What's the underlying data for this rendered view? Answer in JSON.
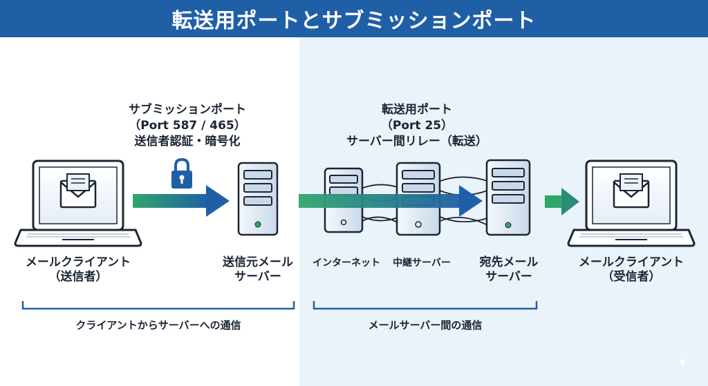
{
  "title": "転送用ポートとサブミッションポート",
  "submission": {
    "name": "サブミッションポート",
    "ports": "（Port 587 / 465）",
    "note": "送信者認証・暗号化"
  },
  "relay": {
    "name": "転送用ポート",
    "ports": "（Port 25）",
    "note": "サーバー間リレー（転送）"
  },
  "nodes": {
    "sender_client": {
      "line1": "メールクライアント",
      "line2": "（送信者）"
    },
    "sending_server": {
      "line1": "送信元メール",
      "line2": "サーバー"
    },
    "internet": "インターネット",
    "relay_server": "中継サーバー",
    "dest_server": {
      "line1": "宛先メール",
      "line2": "サーバー"
    },
    "receiver_client": {
      "line1": "メールクライアント",
      "line2": "（受信者）"
    }
  },
  "brackets": {
    "left": "クライアントからサーバーへの通信",
    "right": "メールサーバー間の通信"
  },
  "icons": {
    "lock": "lock-icon",
    "laptop": "laptop-icon",
    "server": "server-icon",
    "envelope": "envelope-icon",
    "sparkle": "sparkle-icon"
  },
  "colors": {
    "title_bar": "#1f5fa6",
    "arrow_green": "#2fa66a",
    "arrow_blue": "#1f5fa6",
    "panel_right": "#eaf2fa"
  }
}
